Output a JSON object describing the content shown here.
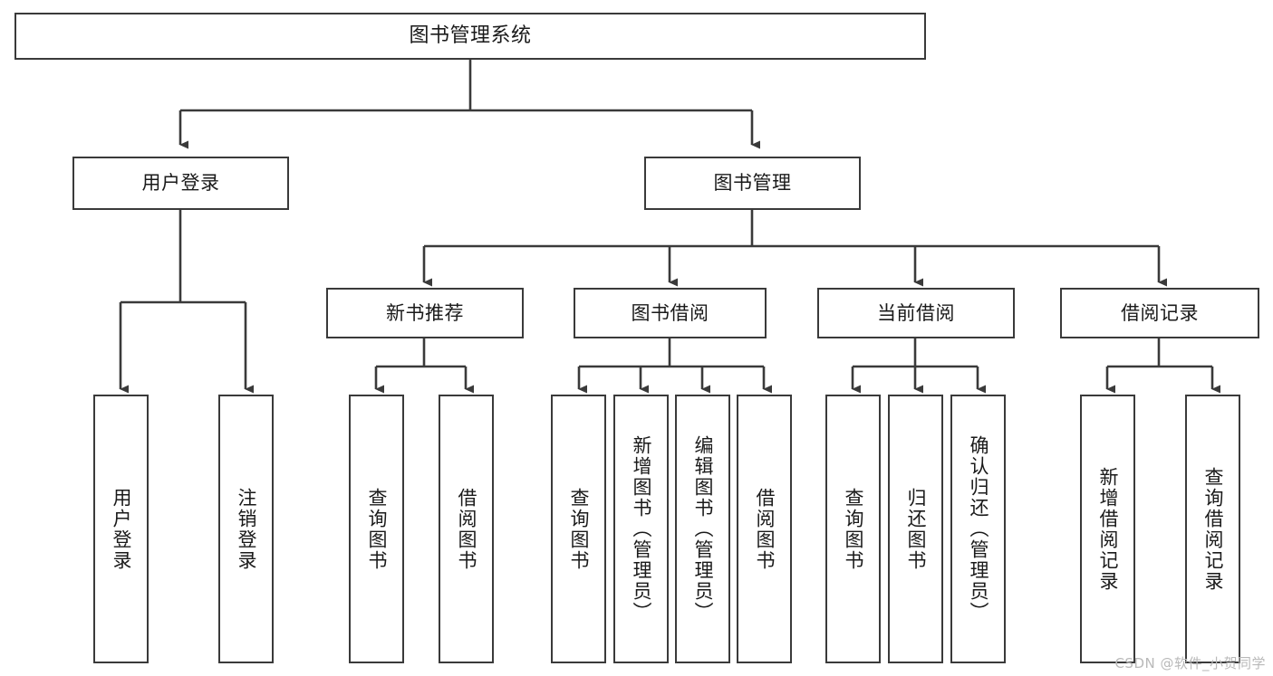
{
  "diagram": {
    "title": "图书管理系统",
    "watermark": "CSDN @软件_小贺同学",
    "line_color": "#3a3a3a",
    "box_border_color": "#3a3a3a",
    "box_fill_color": "#ffffff",
    "background_color": "#ffffff",
    "nodes": {
      "root": "图书管理系统",
      "level2": {
        "user_login": "用户登录",
        "book_manage": "图书管理"
      },
      "level3": {
        "new_book_recommend": "新书推荐",
        "book_borrow": "图书借阅",
        "current_borrow": "当前借阅",
        "borrow_record": "借阅记录"
      },
      "leaves": {
        "user_login_children": [
          "用户登录",
          "注销登录"
        ],
        "new_book_recommend_children": [
          "查询图书",
          "借阅图书"
        ],
        "book_borrow_children": [
          "查询图书",
          "新增图书（管理员）",
          "编辑图书（管理员）",
          "借阅图书"
        ],
        "current_borrow_children": [
          "查询图书",
          "归还图书",
          "确认归还（管理员）"
        ],
        "borrow_record_children": [
          "新增借阅记录",
          "查询借阅记录"
        ]
      }
    }
  }
}
